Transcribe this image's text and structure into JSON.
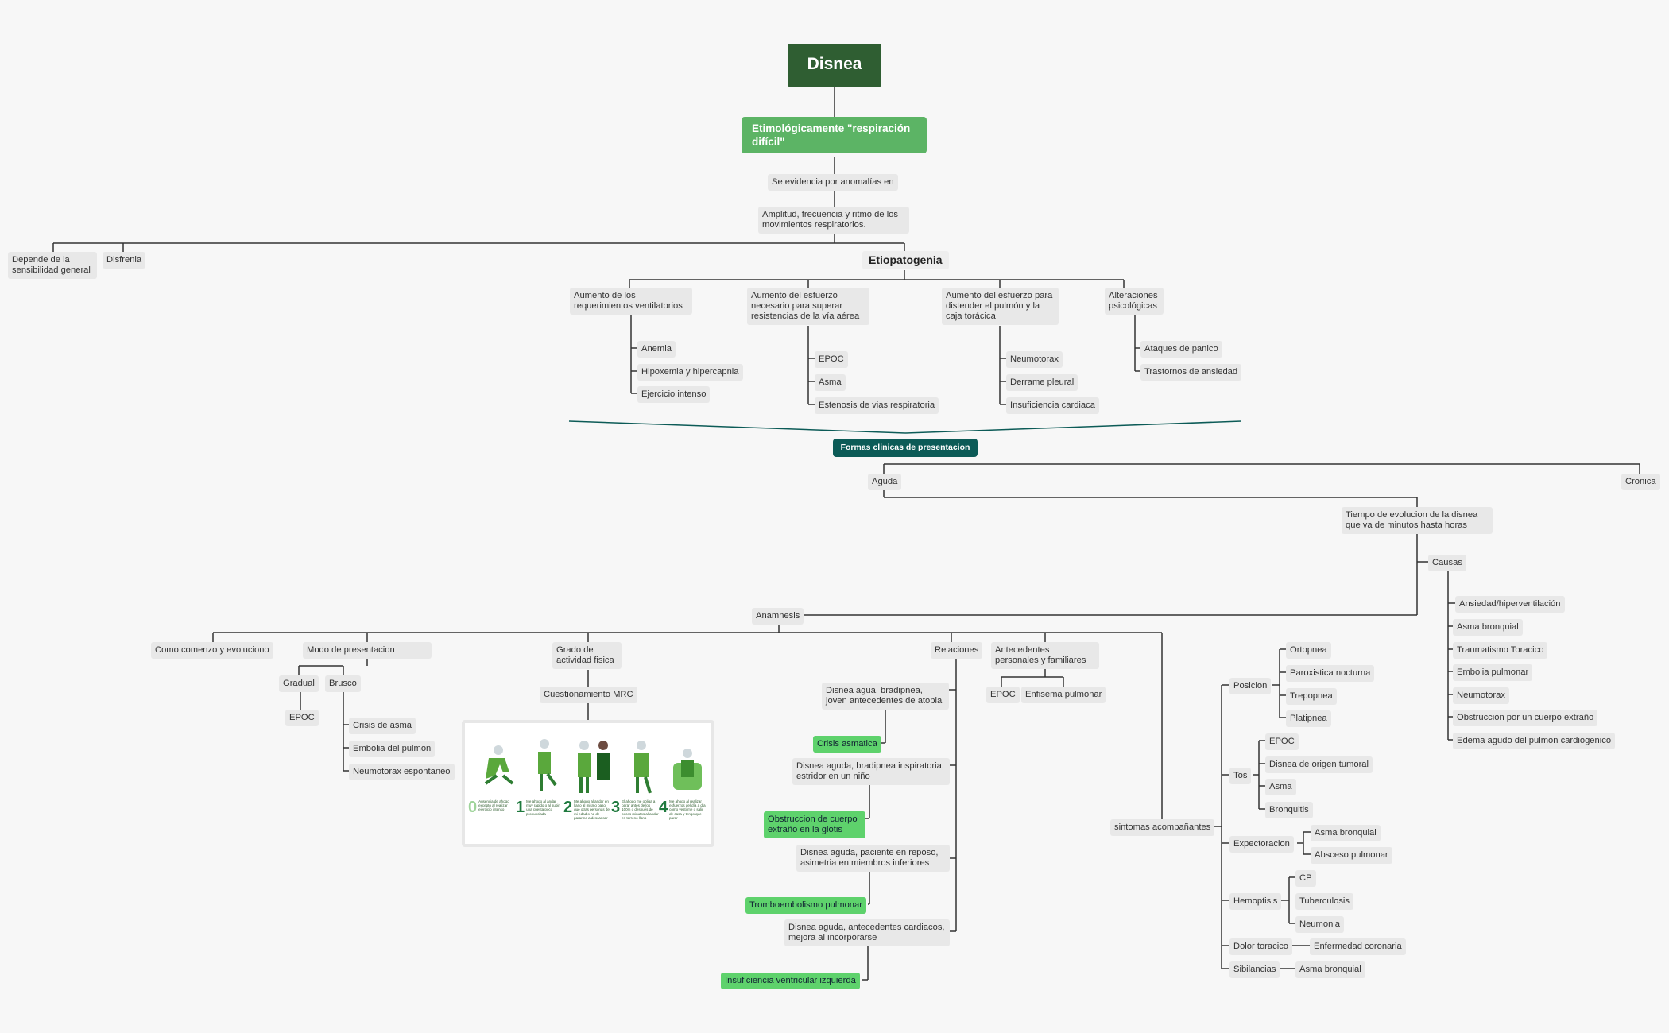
{
  "title": "Disnea",
  "etymology": "Etimológicamente \"respiración difícil\"",
  "evidence": "Se evidencia por anomalías en",
  "amplitude": "Amplitud, frecuencia y ritmo de los movimientos respiratorios.",
  "depends": "Depende de la sensibilidad general",
  "disfrenia": "Disfrenia",
  "etiopatogenia": {
    "label": "Etiopatogenia",
    "groups": [
      {
        "label": "Aumento de los requerimientos ventilatorios",
        "items": [
          "Anemia",
          "Hipoxemia y hipercapnia",
          "Ejercicio intenso"
        ]
      },
      {
        "label": "Aumento del esfuerzo necesario para superar resistencias de la vía aérea",
        "items": [
          "EPOC",
          "Asma",
          "Estenosis de vias respiratoria"
        ]
      },
      {
        "label": "Aumento del esfuerzo para distender el pulmón y la caja torácica",
        "items": [
          "Neumotorax",
          "Derrame pleural",
          "Insuficiencia cardiaca"
        ]
      },
      {
        "label": "Alteraciones psicológicas",
        "items": [
          "Ataques de panico",
          "Trastornos de ansiedad"
        ]
      }
    ]
  },
  "formas": "Formas clinicas de presentacion",
  "aguda": "Aguda",
  "cronica": "Cronica",
  "tiempo": "Tiempo de evolucion de la disnea que va de minutos hasta horas",
  "causas": {
    "label": "Causas",
    "items": [
      "Ansiedad/hiperventilación",
      "Asma bronquial",
      "Traumatismo Toracico",
      "Embolia pulmonar",
      "Neumotorax",
      "Obstruccion por un cuerpo extraño",
      "Edema agudo del pulmon cardiogenico"
    ]
  },
  "anamnesis": "Anamnesis",
  "como_comenzo": "Como comenzo y evoluciono",
  "modo": {
    "label": "Modo de presentacion",
    "gradual": "Gradual",
    "gradual_items": [
      "EPOC"
    ],
    "brusco": "Brusco",
    "brusco_items": [
      "Crisis de asma",
      "Embolia del pulmon",
      "Neumotorax espontaneo"
    ]
  },
  "grado": "Grado de actividad fisica",
  "cuestionario": "Cuestionamiento MRC",
  "mrc_levels": [
    {
      "num": "0",
      "text": "Ausencia de ahogo excepto al realizar ejercicio intenso"
    },
    {
      "num": "1",
      "text": "Me ahogo al andar muy rápido o al subir una cuesta poco pronunciada"
    },
    {
      "num": "2",
      "text": "Me ahogo al andar en llano al mismo paso que otras personas de mi edad o he de pararme a descansar"
    },
    {
      "num": "3",
      "text": "El ahogo me obliga a parar antes de los 100m o después de pocos minutos al andar en terreno llano"
    },
    {
      "num": "4",
      "text": "Me ahogo al realizar esfuerzos del día a día como vestirme o salir de casa y tengo que parar"
    }
  ],
  "relaciones": {
    "label": "Relaciones",
    "items": [
      {
        "desc": "Disnea agua, bradipnea, joven antecedentes de atopia",
        "dx": "Crisis asmatica"
      },
      {
        "desc": "Disnea aguda, bradipnea inspiratoria, estridor en un niño",
        "dx": "Obstruccion de cuerpo extraño en la glotis"
      },
      {
        "desc": "Disnea aguda, paciente en reposo, asimetria en miembros inferiores",
        "dx": "Tromboembolismo pulmonar"
      },
      {
        "desc": "Disnea aguda, antecedentes cardiacos, mejora al incorporarse",
        "dx": "Insuficiencia ventricular izquierda"
      }
    ]
  },
  "antecedentes": {
    "label": "Antecedentes personales y familiares",
    "items": [
      "EPOC",
      "Enfisema pulmonar"
    ]
  },
  "sintomas": {
    "label": "sintomas acompañantes",
    "groups": [
      {
        "label": "Posicion",
        "items": [
          "Ortopnea",
          "Paroxistica nocturna",
          "Trepopnea",
          "Platipnea"
        ]
      },
      {
        "label": "Tos",
        "items": [
          "EPOC",
          "Disnea de origen tumoral",
          "Asma",
          "Bronquitis"
        ]
      },
      {
        "label": "Expectoracion",
        "items": [
          "Asma bronquial",
          "Absceso pulmonar"
        ]
      },
      {
        "label": "Hemoptisis",
        "items": [
          "CP",
          "Tuberculosis",
          "Neumonia"
        ]
      },
      {
        "label": "Dolor toracico",
        "items": [
          "Enfermedad coronaria"
        ]
      },
      {
        "label": "Sibilancias",
        "items": [
          "Asma bronquial"
        ]
      }
    ]
  },
  "colors": {
    "root": "#2f5e32",
    "level1": "#5cb465",
    "teal": "#0c5b57",
    "highlight": "#5ed26c",
    "node": "#e8e8e8",
    "line": "#333333"
  }
}
